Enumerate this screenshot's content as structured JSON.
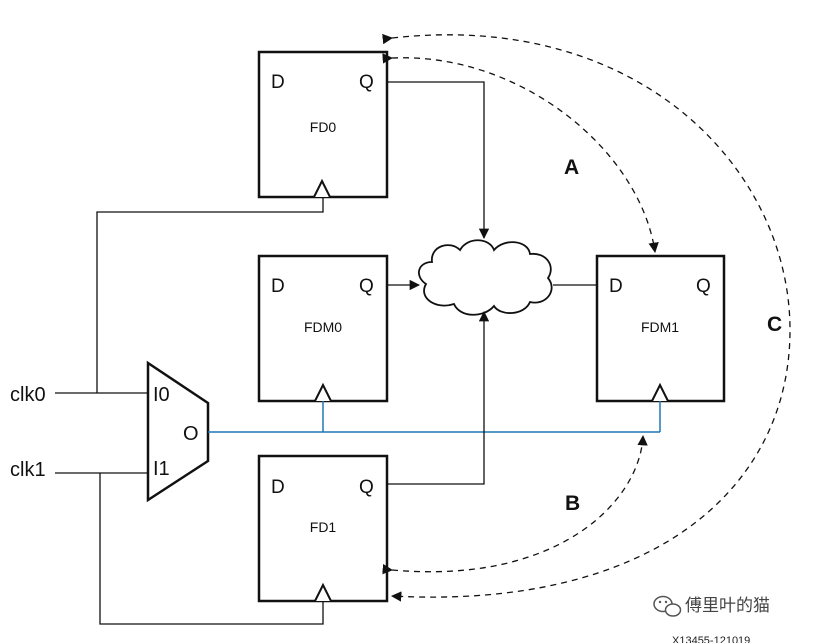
{
  "diagram": {
    "flops": {
      "fd0": {
        "name": "FD0",
        "d": "D",
        "q": "Q"
      },
      "fdm0": {
        "name": "FDM0",
        "d": "D",
        "q": "Q"
      },
      "fdm1": {
        "name": "FDM1",
        "d": "D",
        "q": "Q"
      },
      "fd1": {
        "name": "FD1",
        "d": "D",
        "q": "Q"
      }
    },
    "mux": {
      "in0": "I0",
      "in1": "I1",
      "out": "O"
    },
    "inputs": {
      "clk0": "clk0",
      "clk1": "clk1"
    },
    "paths": {
      "a": "A",
      "b": "B",
      "c": "C"
    },
    "colors": {
      "clock_net": "#1f77b4",
      "wire": "#111111"
    }
  },
  "watermark": {
    "text": "傅里叶的猫",
    "icon": "wechat-icon"
  },
  "figure_code": "X13455-121019"
}
